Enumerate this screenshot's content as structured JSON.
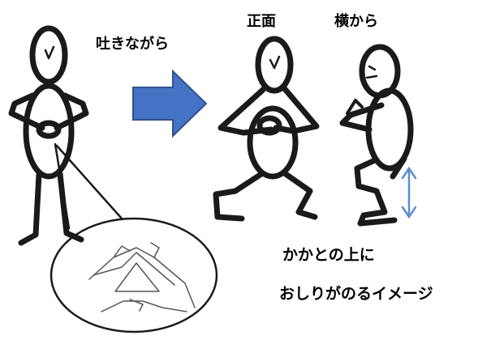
{
  "labels": {
    "exhale": "吐きながら",
    "front": "正面",
    "side": "横から",
    "caption_line1": "かかとの上に",
    "caption_line2": "おしりがのるイメージ"
  },
  "colors": {
    "arrow_fill": "#4472c4",
    "arrow_stroke": "#2f528f",
    "double_arrow": "#5b8fd1",
    "ink": "#1a1a1a"
  },
  "icons": {
    "direction_arrow": "right-arrow-icon",
    "vertical_motion": "up-down-arrow-icon"
  }
}
